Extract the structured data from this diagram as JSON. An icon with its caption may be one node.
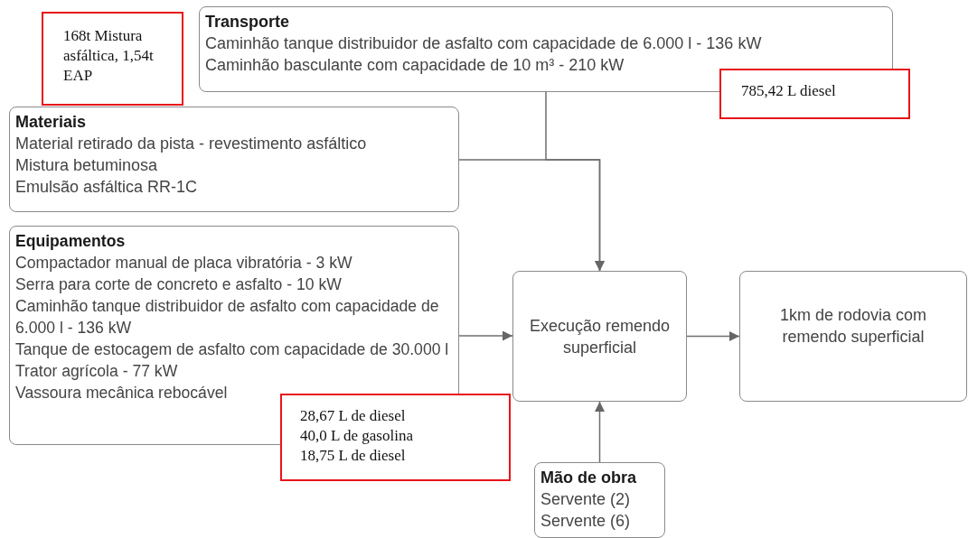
{
  "diagram": {
    "nodes": [
      {
        "text": [
          "168t Mistura asfáltica, 1,54t EAP"
        ]
      },
      {
        "text": [
          "Transporte",
          "Caminhão tanque distribuidor de asfalto com capacidade de 6.000 l - 136 kW",
          "Caminhão basculante com capacidade de 10 m³ - 210 kW"
        ]
      },
      {
        "text": [
          "785,42 L diesel"
        ]
      },
      {
        "text": [
          "Materiais",
          "Material retirado da pista - revestimento asfáltico",
          "Mistura betuminosa",
          "Emulsão asfáltica RR-1C"
        ]
      },
      {
        "text": [
          "Equipamentos",
          "Compactador manual de placa vibratória - 3 kW",
          "Serra para corte de concreto e asfalto - 10 kW",
          "Caminhão tanque distribuidor de asfalto com capacidade de 6.000 l - 136 kW",
          "Tanque de estocagem de asfalto com capacidade de 30.000 l",
          "Trator agrícola - 77 kW",
          "Vassoura mecânica rebocável"
        ]
      },
      {
        "text": [
          "28,67 L de diesel",
          "40,0 L de gasolina",
          "18,75 L de diesel"
        ]
      },
      {
        "text": [
          "Execução remendo superficial"
        ]
      },
      {
        "text": [
          "1km de rodovia com remendo superficial"
        ]
      },
      {
        "text": [
          "Mão de obra",
          "Servente (2)",
          "Servente (6)"
        ]
      }
    ],
    "edges": [
      {
        "from": 1,
        "to": 6,
        "arrow": "to"
      },
      {
        "from": 3,
        "to": 6,
        "arrow": "to"
      },
      {
        "from": 4,
        "to": 6,
        "arrow": "to"
      },
      {
        "from": 6,
        "to": 7,
        "arrow": "to"
      },
      {
        "from": 8,
        "to": 6,
        "arrow": "to"
      }
    ]
  }
}
